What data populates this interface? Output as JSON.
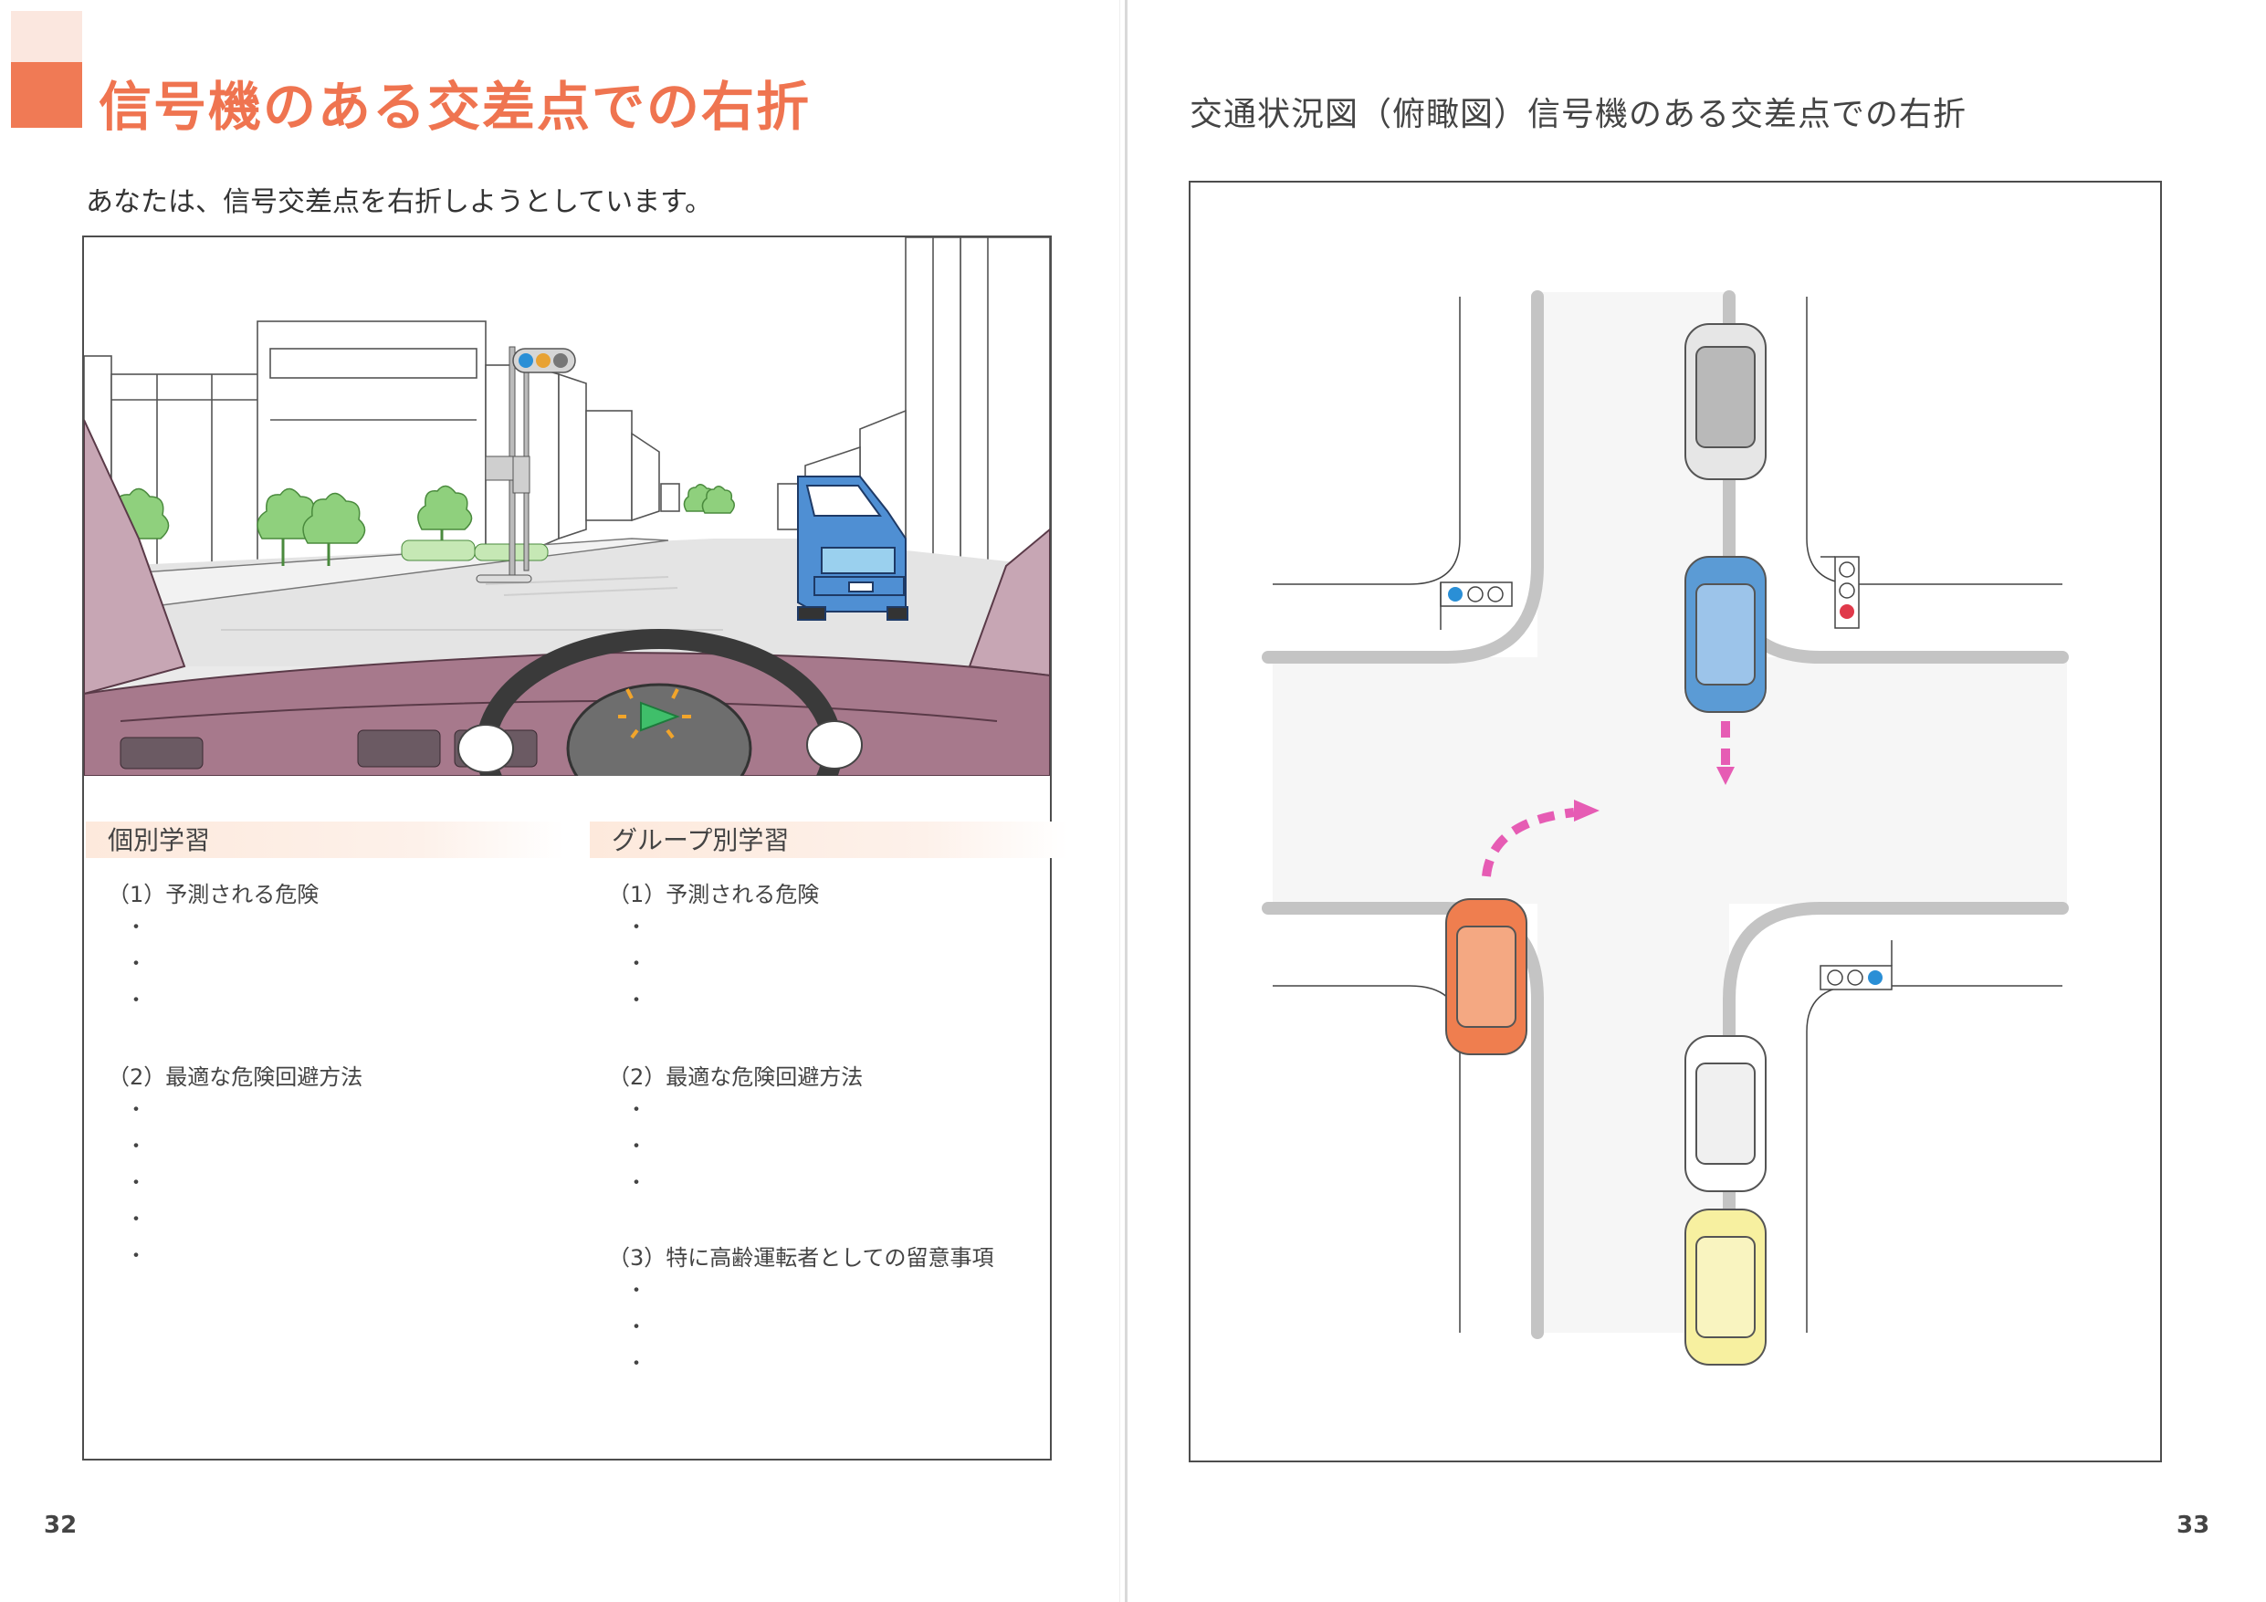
{
  "left_page": {
    "title": "信号機のある交差点での右折",
    "intro": "あなたは、信号交差点を右折しようとしています。",
    "individual": {
      "heading": "個別学習",
      "q1": "（1）予測される危険",
      "q1_bullets": [
        "・",
        "・",
        "・"
      ],
      "q2": "（2）最適な危険回避方法",
      "q2_bullets": [
        "・",
        "・",
        "・",
        "・",
        "・"
      ]
    },
    "group": {
      "heading": "グループ別学習",
      "q1": "（1）予測される危険",
      "q1_bullets": [
        "・",
        "・",
        "・"
      ],
      "q2": "（2）最適な危険回避方法",
      "q2_bullets": [
        "・",
        "・",
        "・"
      ],
      "q3": "（3）特に高齢運転者としての留意事項",
      "q3_bullets": [
        "・",
        "・",
        "・"
      ]
    },
    "page_number": "32"
  },
  "right_page": {
    "title": "交通状況図（俯瞰図）信号機のある交差点での右折",
    "page_number": "33"
  },
  "colors": {
    "accent": "#ef7450",
    "signal_blue": "#2a8fd6",
    "signal_red": "#e0394a",
    "oncoming_car": "#5b9bd5",
    "own_car": "#ef7e4f",
    "yellow_car": "#f7f0a0",
    "arrow": "#e65cb4"
  },
  "icons": [
    "traffic-signal-icon",
    "car-icon",
    "turn-arrow-icon",
    "tree-icon"
  ]
}
